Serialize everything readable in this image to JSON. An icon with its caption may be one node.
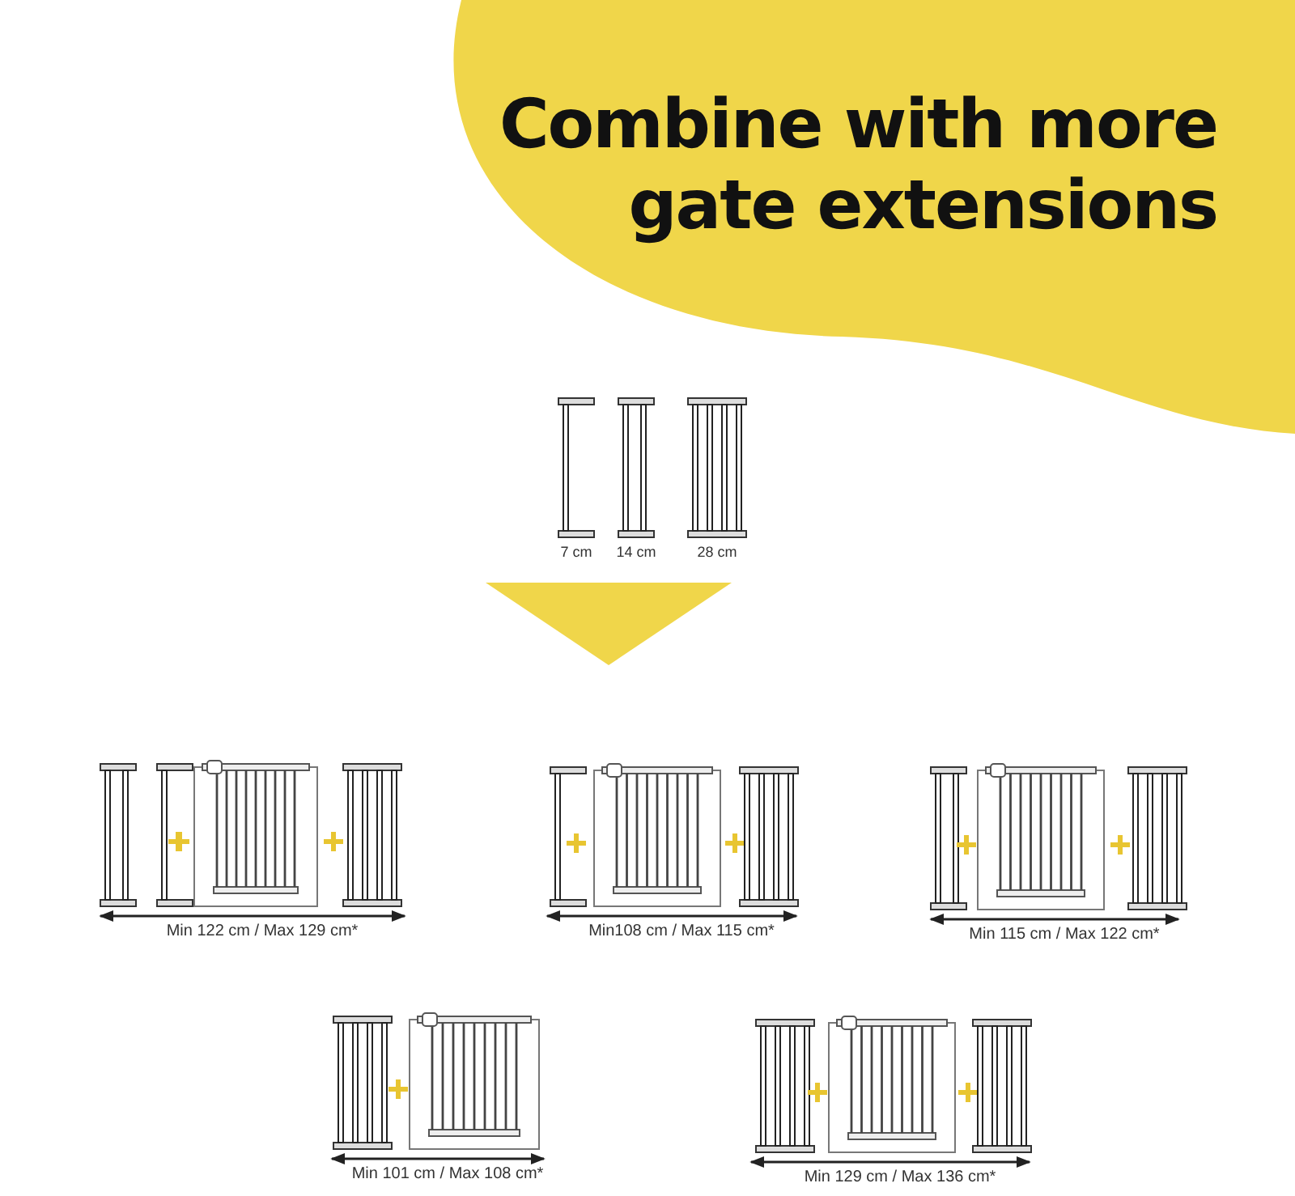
{
  "diagram": {
    "title": "Combine with more gate extensions",
    "labels": [
      "7 cm",
      "14 cm",
      "28 cm",
      "Min 122 cm / Max 129 cm*",
      "Min108 cm / Max 115 cm*",
      "Min 115 cm / Max 122 cm*",
      "Min 101 cm / Max 108 cm*",
      "Min 129 cm / Max 136 cm*"
    ]
  }
}
